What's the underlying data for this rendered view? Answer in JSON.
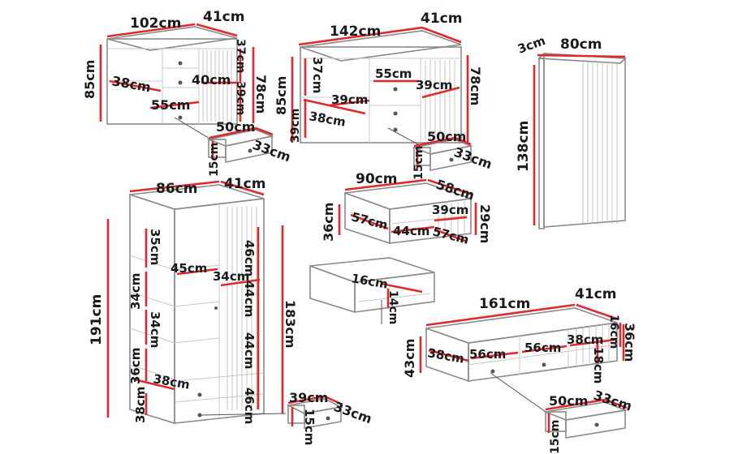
{
  "labels": {
    "d1_w": "102cm",
    "d1_d": "41cm",
    "d1_h": "85cm",
    "d1_inner_w": "38cm",
    "d1_drawer_w": "55cm",
    "d1_shelf_w": "40cm",
    "d1_upper_h": "37cm",
    "d1_lower_h": "39cm",
    "d1_inner_h": "78cm",
    "dr1_w": "50cm",
    "dr1_d": "33cm",
    "dr1_h": "15cm",
    "s_w": "142cm",
    "s_d": "41cm",
    "s_h": "85cm",
    "s_upper_h": "37cm",
    "s_lower_h": "39cm",
    "s_left_shelf": "39cm",
    "s_left_depth": "38cm",
    "s_drawer_w": "55cm",
    "s_right_shelf": "39cm",
    "s_inner_h": "78cm",
    "dr2_w": "50cm",
    "dr2_d": "33cm",
    "dr2_h": "15cm",
    "m_d": "3cm",
    "m_w": "80cm",
    "m_h": "138cm",
    "w_w": "86cm",
    "w_d": "41cm",
    "w_h": "191cm",
    "w_s1": "35cm",
    "w_s2": "34cm",
    "w_s3": "34cm",
    "w_s4": "36cm",
    "w_drawer_h": "38cm",
    "w_inner_d": "38cm",
    "w_glass_w": "45cm",
    "w_shelf_d": "34cm",
    "w_r1": "46cm",
    "w_r2": "44cm",
    "w_r3": "44cm",
    "w_r4": "46cm",
    "w_inner_h": "183cm",
    "dr3_w": "39cm",
    "dr3_d": "33cm",
    "dr3_h": "15cm",
    "t_w": "90cm",
    "t_d": "58cm",
    "t_h": "36cm",
    "t_inner_d": "57cm",
    "t_inner_w": "44cm",
    "t_shelf_w": "39cm",
    "t_shelf_d": "57cm",
    "t_inner_h": "29cm",
    "t_drawer_w": "16cm",
    "t_drawer_h": "14cm",
    "tv_w": "161cm",
    "tv_d": "41cm",
    "tv_h": "43cm",
    "tv_left_d": "38cm",
    "tv_c1": "56cm",
    "tv_c2": "56cm",
    "tv_right_w": "38cm",
    "tv_top_h": "16cm",
    "tv_inner_h": "18cm",
    "tv_total_h": "36cm",
    "dr4_w": "50cm",
    "dr4_d": "33cm",
    "dr4_h": "15cm"
  },
  "colors": {
    "dimension_line": "#e0282f",
    "outline": "#8a8a8a",
    "text": "#1a1a1a",
    "background": "#ffffff"
  }
}
